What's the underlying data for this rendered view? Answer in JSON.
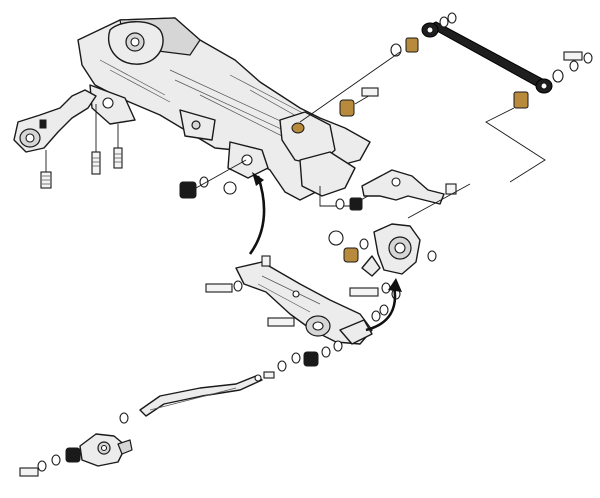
{
  "figure": {
    "type": "exploded-assembly-diagram",
    "subject": "rear-suspension-subframe",
    "colors": {
      "line": "#1a1a1a",
      "part_fill": "#ececec",
      "bushing_dark": "#1a1a1a",
      "bushing_gold": "#b88a3c",
      "background": "#ffffff"
    },
    "icons": [
      "subframe",
      "differential-mount",
      "rear-mount-bracket",
      "toe-link-rod",
      "upper-control-arm",
      "rear-knuckle",
      "lower-control-arm",
      "trailing-link",
      "rear-bushing-bracket",
      "bolt",
      "washer",
      "nut",
      "bushing",
      "reassembly-arrow"
    ]
  }
}
